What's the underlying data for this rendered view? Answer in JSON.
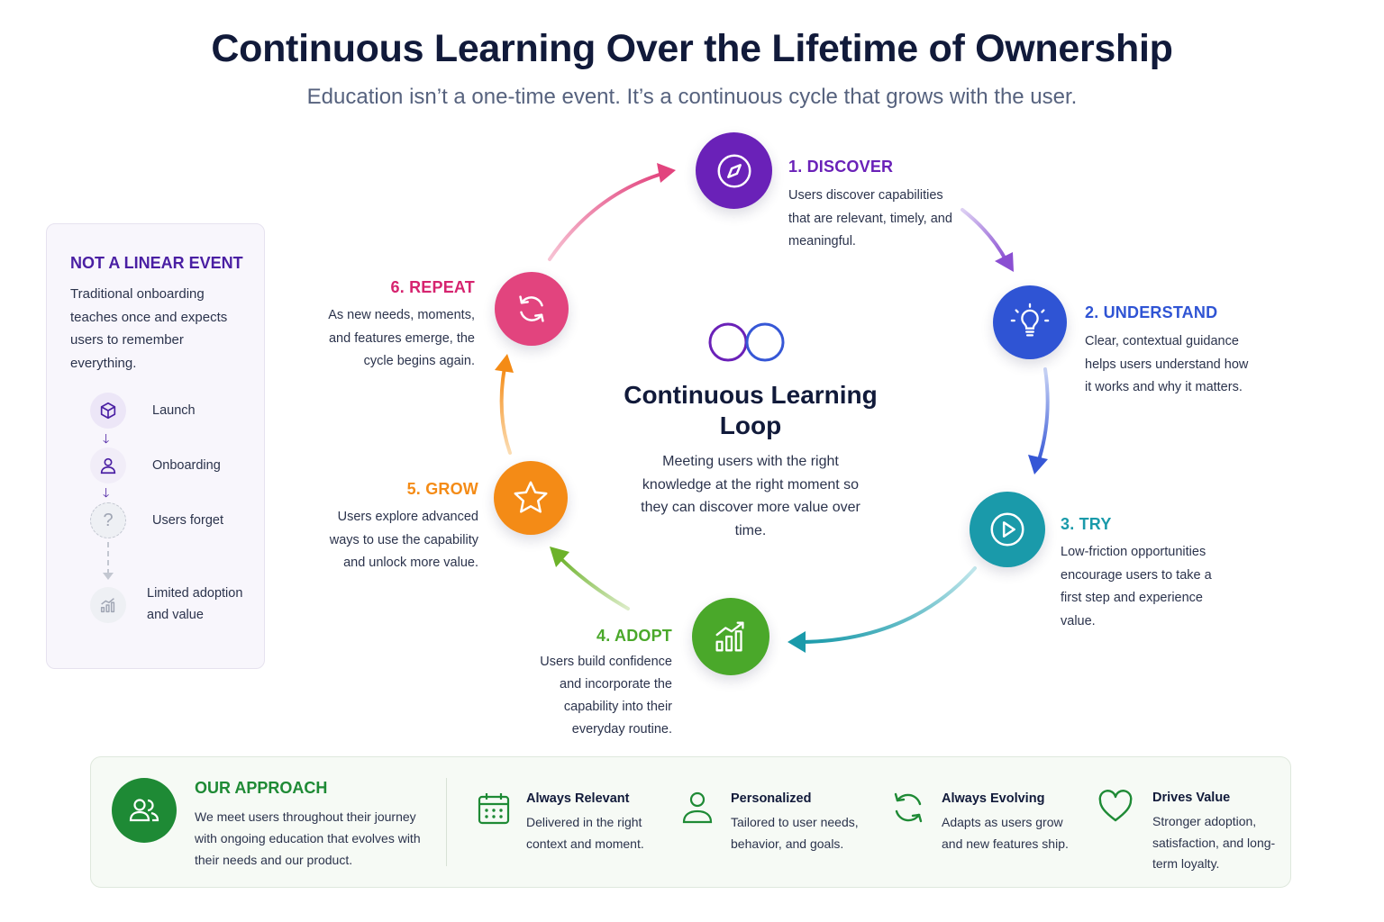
{
  "header": {
    "title": "Continuous Learning Over the Lifetime of Ownership",
    "subtitle": "Education isn’t a one-time event. It’s a continuous cycle that grows with the user."
  },
  "center": {
    "title": "Continuous Learning Loop",
    "description": "Meeting users with the right knowledge at the right moment so they can discover more value over time.",
    "icon": "infinity-rings-icon"
  },
  "steps": [
    {
      "title": "1. DISCOVER",
      "description": "Users discover capabilities that are relevant, timely, and meaningful.",
      "icon": "compass-icon",
      "color": "#6a21b8"
    },
    {
      "title": "2. UNDERSTAND",
      "description": "Clear, contextual guidance helps users understand how it works and why it matters.",
      "icon": "lightbulb-icon",
      "color": "#2f54d4"
    },
    {
      "title": "3. TRY",
      "description": "Low-friction opportunities encourage users to take a first step and experience value.",
      "icon": "play-icon",
      "color": "#1a9aaa"
    },
    {
      "title": "4. ADOPT",
      "description": "Users build confidence and incorporate the capability into their everyday routine.",
      "icon": "growth-chart-icon",
      "color": "#4aa82a"
    },
    {
      "title": "5. GROW",
      "description": "Users explore advanced ways to use the capability and unlock more value.",
      "icon": "star-icon",
      "color": "#f48b16"
    },
    {
      "title": "6. REPEAT",
      "description": "As new needs, moments, and features emerge, the cycle begins again.",
      "icon": "refresh-icon",
      "color": "#e2447e"
    }
  ],
  "linear_panel": {
    "title": "NOT A LINEAR EVENT",
    "description": "Traditional onboarding teaches once and expects users to remember everything.",
    "items": [
      {
        "label": "Launch",
        "icon": "box-icon"
      },
      {
        "label": "Onboarding",
        "icon": "user-icon"
      },
      {
        "label": "Users forget",
        "icon": "question-icon"
      },
      {
        "label": "Limited adoption and value",
        "icon": "small-chart-icon"
      }
    ]
  },
  "approach": {
    "title": "OUR APPROACH",
    "description": "We meet users throughout their journey with ongoing education that evolves with their needs and our product.",
    "icon": "users-group-icon",
    "features": [
      {
        "title": "Always Relevant",
        "description": "Delivered in the right context and moment.",
        "icon": "calendar-icon"
      },
      {
        "title": "Personalized",
        "description": "Tailored to user needs, behavior, and goals.",
        "icon": "person-icon"
      },
      {
        "title": "Always Evolving",
        "description": "Adapts as users grow and new features ship.",
        "icon": "cycle-arrows-icon"
      },
      {
        "title": "Drives Value",
        "description": "Stronger adoption, satisfaction, and long-term loyalty.",
        "icon": "heart-icon"
      }
    ]
  }
}
